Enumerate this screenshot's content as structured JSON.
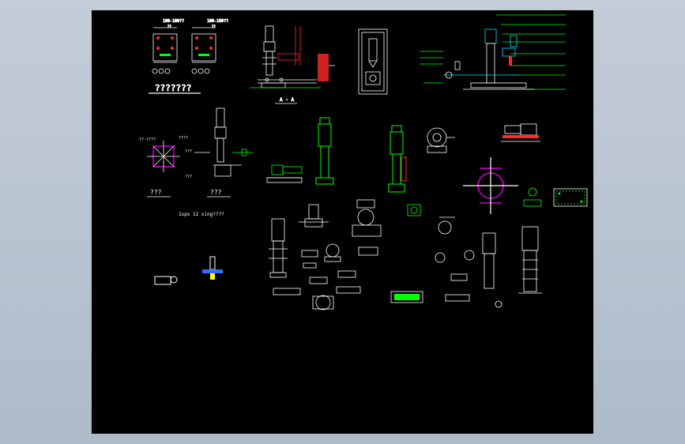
{
  "colors": {
    "background": "#b9c4d0",
    "canvas": "#000000",
    "line_white": "#ffffff",
    "accent_green": "#00ff00",
    "accent_magenta": "#ff00ff",
    "accent_red": "#ff2a2a",
    "accent_cyan": "#00e5ff",
    "accent_blue": "#3a6bff",
    "accent_yellow": "#ffff00"
  },
  "labels": {
    "base_dim_left": "100-100??",
    "base_dim_right": "100-100??",
    "base_sub_left": "??",
    "base_sub_right": "??",
    "base_title": "???????",
    "section_mark": "A - A",
    "plan_note_1": "??-????",
    "plan_note_2": "????",
    "plan_note_3": "???",
    "plan_note_4": "???",
    "plan_caption_left": "???",
    "plan_caption_right": "???",
    "spec_note": "1sps 12 xing????"
  }
}
